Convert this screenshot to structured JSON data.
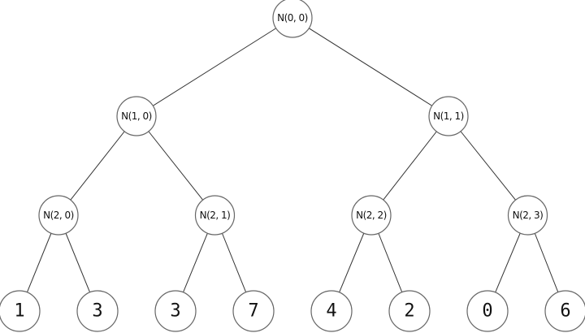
{
  "tree": {
    "levels": [
      [
        "N(0, 0)"
      ],
      [
        "N(1, 0)",
        "N(1, 1)"
      ],
      [
        "N(2, 0)",
        "N(2, 1)",
        "N(2, 2)",
        "N(2, 3)"
      ],
      [
        "1",
        "3",
        "3",
        "7",
        "4",
        "2",
        "0",
        "6"
      ]
    ]
  }
}
